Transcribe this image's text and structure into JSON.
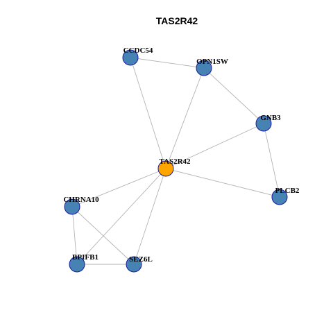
{
  "title": "TAS2R42",
  "colors": {
    "hub": "#FFA500",
    "node": "#4682B4",
    "node_border": "#1a1aa0",
    "edge": "#b3b3b3"
  },
  "nodes": [
    {
      "id": "CCDC54",
      "label": "CCDC54",
      "role": "neighbor"
    },
    {
      "id": "OPN1SW",
      "label": "OPN1SW",
      "role": "neighbor"
    },
    {
      "id": "GNB3",
      "label": "GNB3",
      "role": "neighbor"
    },
    {
      "id": "TAS2R42",
      "label": "TAS2R42",
      "role": "hub"
    },
    {
      "id": "PLCB2",
      "label": "PLCB2",
      "role": "neighbor"
    },
    {
      "id": "CHRNA10",
      "label": "CHRNA10",
      "role": "neighbor"
    },
    {
      "id": "BPIFB1",
      "label": "BPIFB1",
      "role": "neighbor"
    },
    {
      "id": "SEZ6L",
      "label": "SEZ6L",
      "role": "neighbor"
    }
  ],
  "edges": [
    [
      "CCDC54",
      "OPN1SW"
    ],
    [
      "CCDC54",
      "TAS2R42"
    ],
    [
      "OPN1SW",
      "TAS2R42"
    ],
    [
      "OPN1SW",
      "GNB3"
    ],
    [
      "GNB3",
      "TAS2R42"
    ],
    [
      "GNB3",
      "PLCB2"
    ],
    [
      "TAS2R42",
      "PLCB2"
    ],
    [
      "TAS2R42",
      "CHRNA10"
    ],
    [
      "TAS2R42",
      "BPIFB1"
    ],
    [
      "TAS2R42",
      "SEZ6L"
    ],
    [
      "CHRNA10",
      "BPIFB1"
    ],
    [
      "CHRNA10",
      "SEZ6L"
    ],
    [
      "BPIFB1",
      "SEZ6L"
    ]
  ]
}
